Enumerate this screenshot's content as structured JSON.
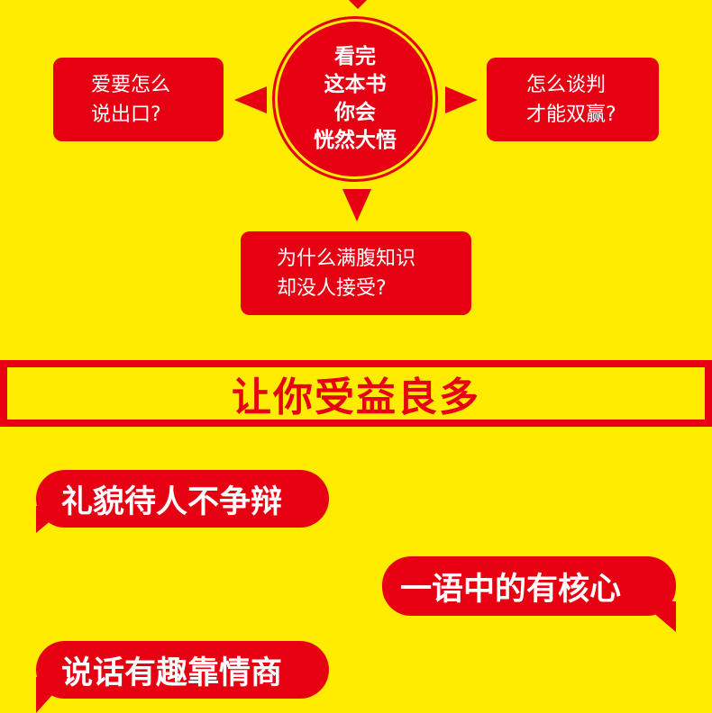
{
  "center": {
    "lines": [
      "看完",
      "这本书",
      "你会",
      "恍然大悟"
    ]
  },
  "questions": {
    "left": [
      "爱要怎么",
      "说出口?"
    ],
    "right": [
      "怎么谈判",
      "才能双赢?"
    ],
    "bottom": [
      "为什么满腹知识",
      "却没人接受?"
    ]
  },
  "banner": {
    "title": "让你受益良多"
  },
  "bubbles": [
    "礼貌待人不争辩",
    "一语中的有核心",
    "说话有趣靠情商"
  ],
  "colors": {
    "background": "#ffec00",
    "accent": "#e60012",
    "text": "#ffffff"
  }
}
